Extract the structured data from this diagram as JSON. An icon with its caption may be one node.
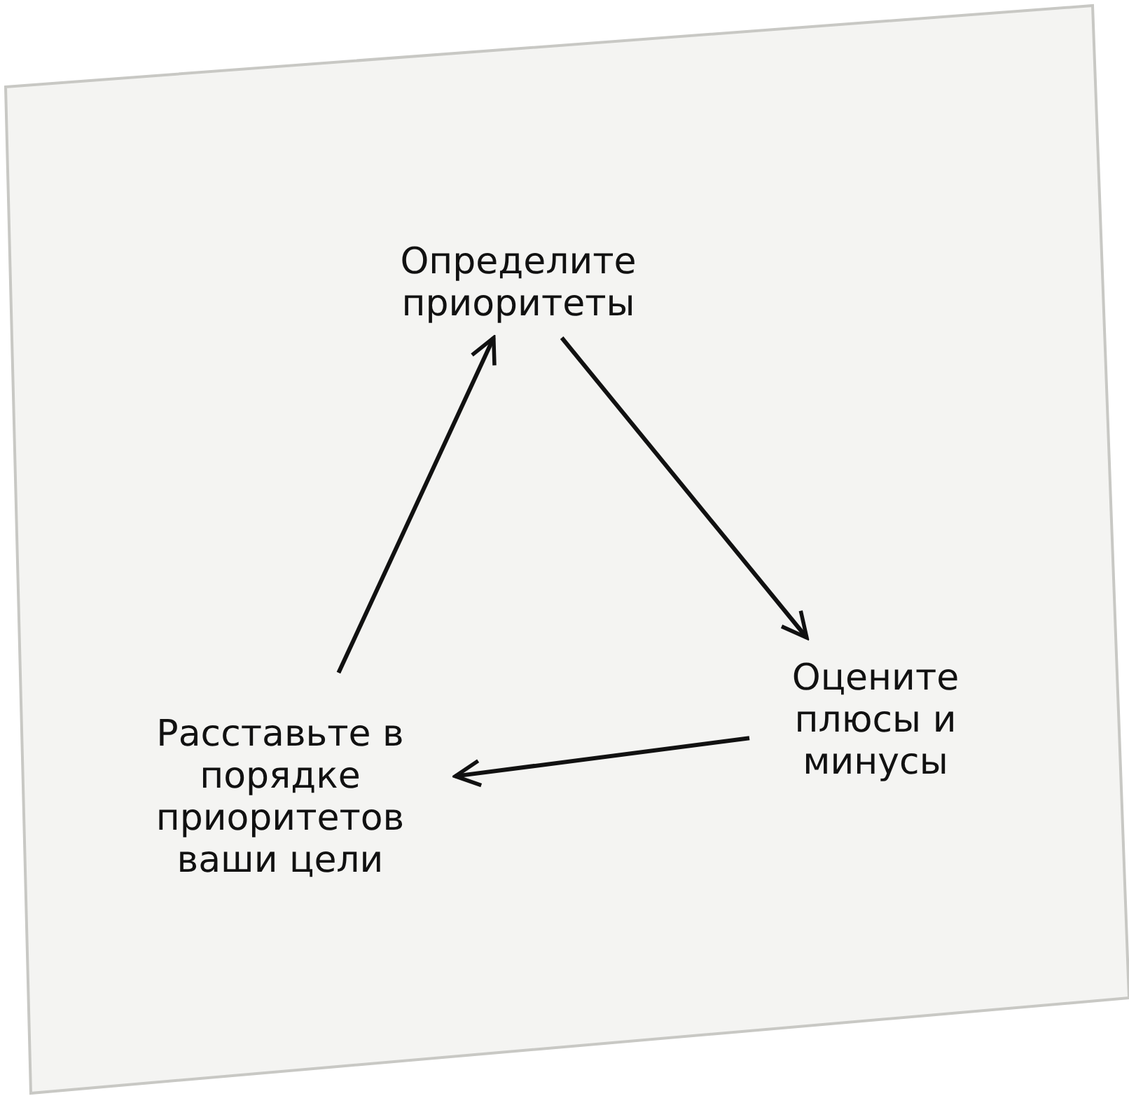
{
  "diagram": {
    "nodes": [
      {
        "text": [
          "Определите приоритеты"
        ]
      },
      {
        "text": [
          "Оцените плюсы и минусы"
        ]
      },
      {
        "text": [
          "Расставьте в порядке приоритетов ваши цели"
        ]
      }
    ],
    "edges": [
      {
        "from": 0,
        "to": 1,
        "arrow": "to"
      },
      {
        "from": 1,
        "to": 2,
        "arrow": "to"
      },
      {
        "from": 2,
        "to": 0,
        "arrow": "to"
      }
    ]
  }
}
